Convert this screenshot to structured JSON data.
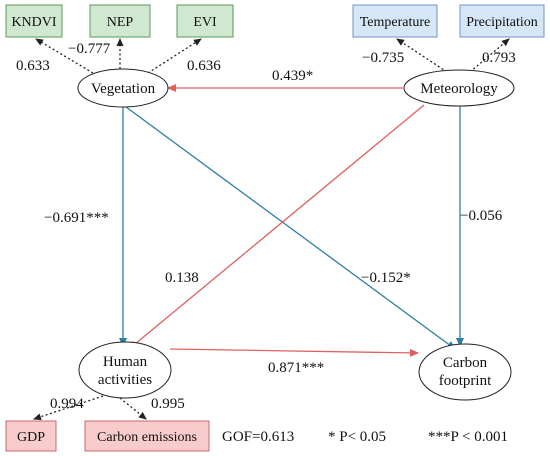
{
  "colors": {
    "green_fill": "#cfe8cf",
    "green_stroke": "#5a9a5a",
    "blue_fill": "#d5e6f7",
    "blue_stroke": "#6f95c2",
    "pink_fill": "#f8cccc",
    "pink_stroke": "#c46a6a",
    "red_arrow": "#e06060",
    "teal_arrow": "#2e7fa6",
    "dotted_arrow": "#222222"
  },
  "indicators": {
    "kndvi": "KNDVI",
    "nep": "NEP",
    "evi": "EVI",
    "temperature": "Temperature",
    "precipitation": "Precipitation",
    "gdp": "GDP",
    "carbon_emissions": "Carbon emissions"
  },
  "latent": {
    "vegetation": "Vegetation",
    "meteorology": "Meteorology",
    "human_line1": "Human",
    "human_line2": "activities",
    "carbon_line1": "Carbon",
    "carbon_line2": "footprint"
  },
  "loadings": {
    "kndvi": "0.633",
    "nep": "−0.777",
    "evi": "0.636",
    "temperature": "−0.735",
    "precipitation": "0.793",
    "gdp": "0.994",
    "carbon_emissions": "0.995"
  },
  "paths": {
    "met_to_veg": "0.439*",
    "veg_to_human": "−0.691***",
    "met_to_carbon": "−0.056",
    "met_to_human": "0.138",
    "veg_to_carbon": "−0.152*",
    "human_to_carbon": "0.871***"
  },
  "footer": {
    "gof": "GOF=0.613",
    "p05": "* P< 0.05",
    "p001": "***P < 0.001"
  }
}
